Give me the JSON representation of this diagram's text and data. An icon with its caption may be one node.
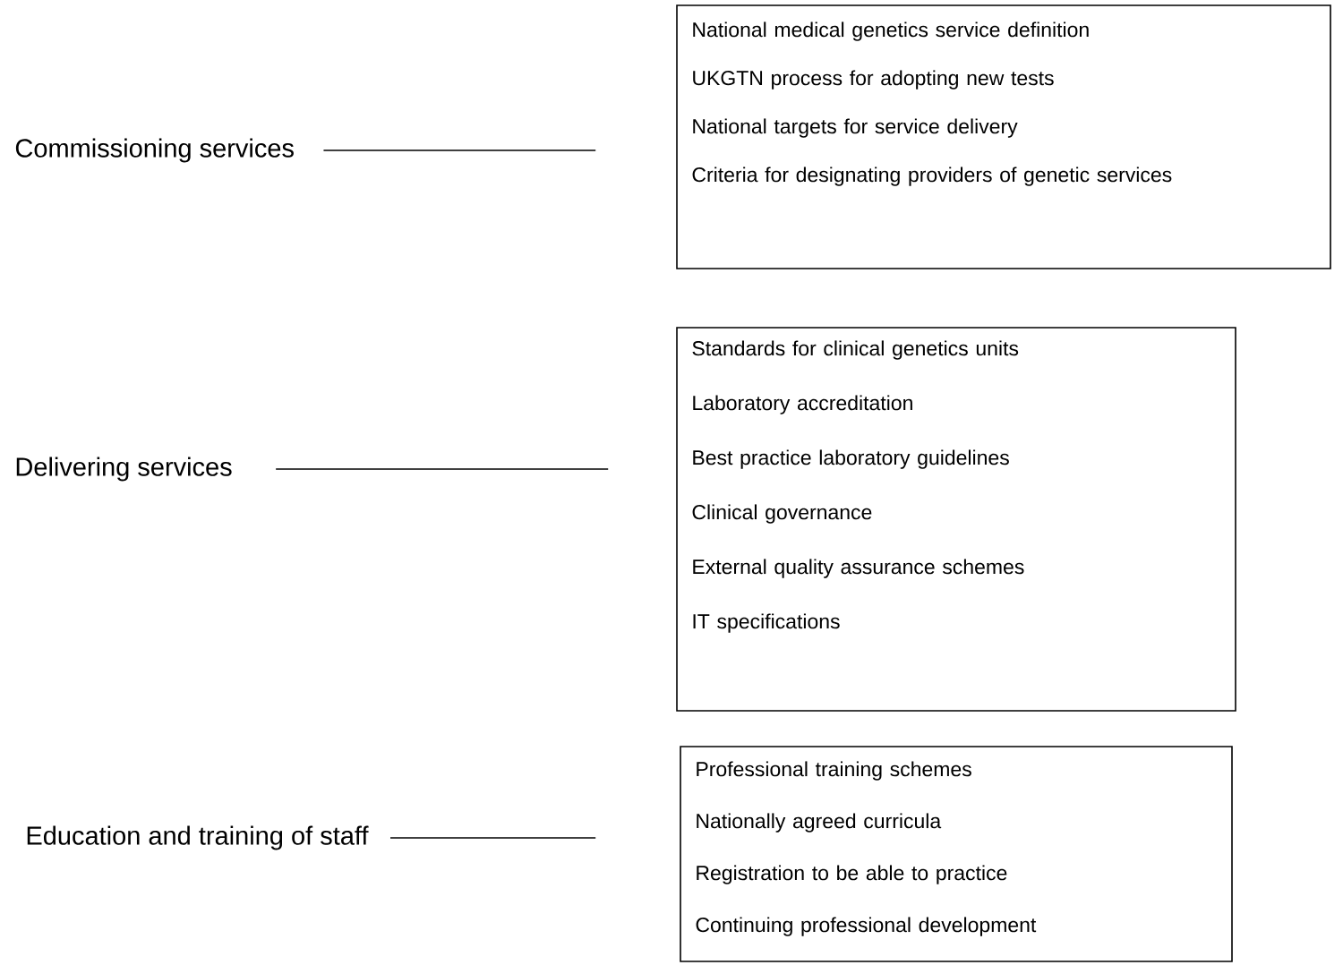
{
  "diagram": {
    "nodes": [
      {
        "text": [
          "Commissioning services"
        ]
      },
      {
        "text": [
          "National medical genetics service definition",
          "UKGTN process for adopting new tests",
          "National targets for service delivery",
          "Criteria for designating providers of genetic services"
        ]
      },
      {
        "text": [
          "Delivering services"
        ]
      },
      {
        "text": [
          "Standards for clinical genetics units",
          "Laboratory accreditation",
          "Best practice laboratory guidelines",
          "Clinical governance",
          "External quality assurance schemes",
          "IT specifications"
        ]
      },
      {
        "text": [
          "Education and training of staff"
        ]
      },
      {
        "text": [
          "Professional training schemes",
          "Nationally agreed curricula",
          "Registration to be able to practice",
          "Continuing professional development"
        ]
      }
    ],
    "edges": [
      {
        "from": 0,
        "to": 1,
        "arrow": "none"
      },
      {
        "from": 2,
        "to": 3,
        "arrow": "none"
      },
      {
        "from": 4,
        "to": 5,
        "arrow": "none"
      }
    ]
  }
}
